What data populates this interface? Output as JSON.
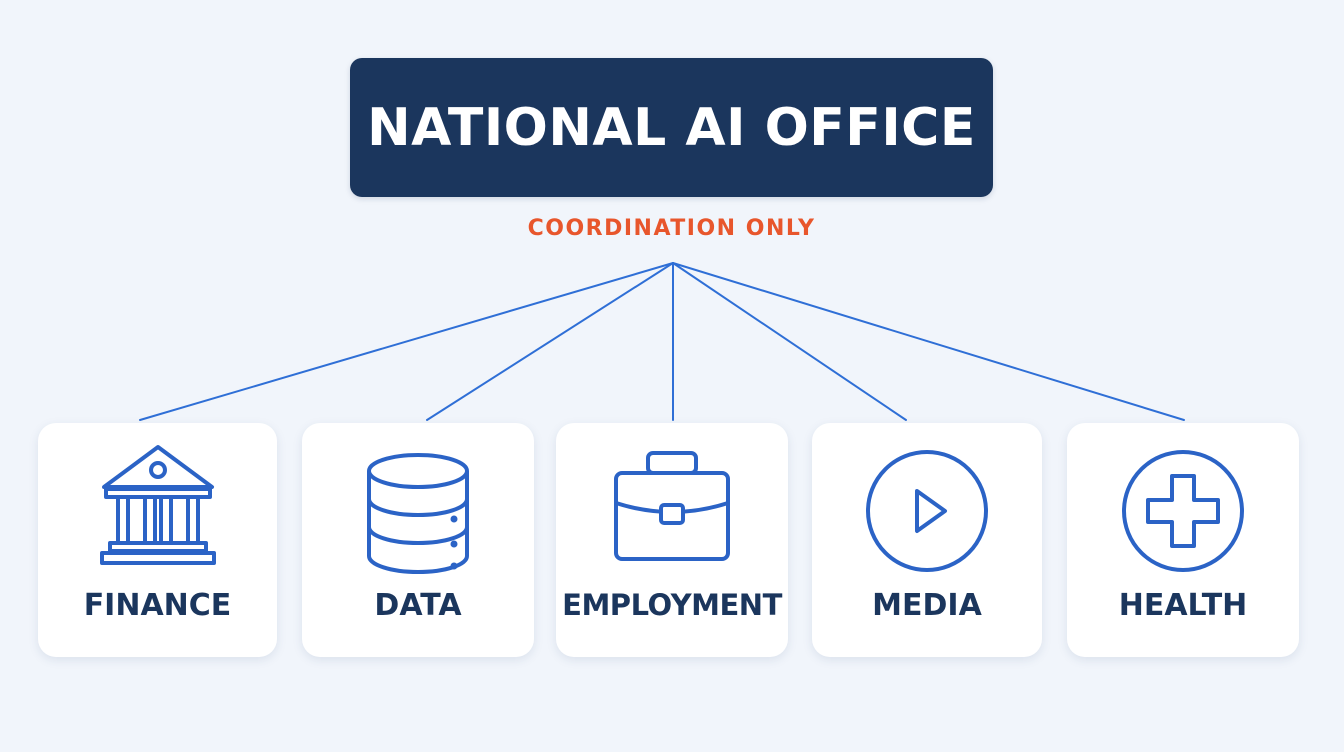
{
  "office": {
    "title": "NATIONAL AI OFFICE",
    "subtitle": "COORDINATION ONLY"
  },
  "departments": [
    {
      "label": "FINANCE",
      "icon": "bank-icon"
    },
    {
      "label": "DATA",
      "icon": "database-icon"
    },
    {
      "label": "EMPLOYMENT",
      "icon": "briefcase-icon"
    },
    {
      "label": "MEDIA",
      "icon": "play-icon"
    },
    {
      "label": "HEALTH",
      "icon": "medical-cross-icon"
    }
  ],
  "colors": {
    "background": "#f1f5fb",
    "office_box": "#1b365d",
    "subtitle": "#e8562c",
    "connector": "#2f6fd6",
    "icon_stroke": "#2b63c6",
    "label": "#1b365d"
  }
}
